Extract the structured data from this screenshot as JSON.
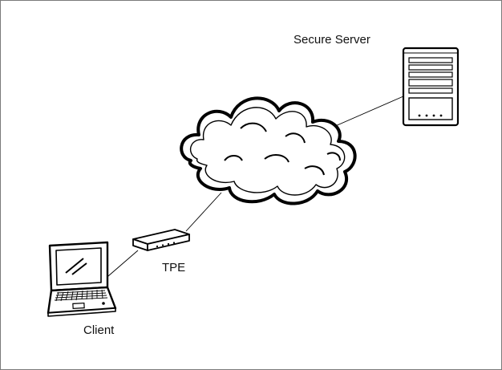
{
  "diagram": {
    "nodes": {
      "server": {
        "label": "Secure Server",
        "icon": "server-tower-icon"
      },
      "cloud": {
        "label": "",
        "icon": "cloud-icon"
      },
      "tpe": {
        "label": "TPE",
        "icon": "network-device-icon"
      },
      "client": {
        "label": "Client",
        "icon": "laptop-icon"
      }
    },
    "edges": [
      {
        "from": "client",
        "to": "tpe"
      },
      {
        "from": "tpe",
        "to": "cloud"
      },
      {
        "from": "cloud",
        "to": "server"
      }
    ],
    "colors": {
      "stroke": "#000000",
      "frame": "#7a7a7a",
      "background": "#ffffff"
    }
  }
}
